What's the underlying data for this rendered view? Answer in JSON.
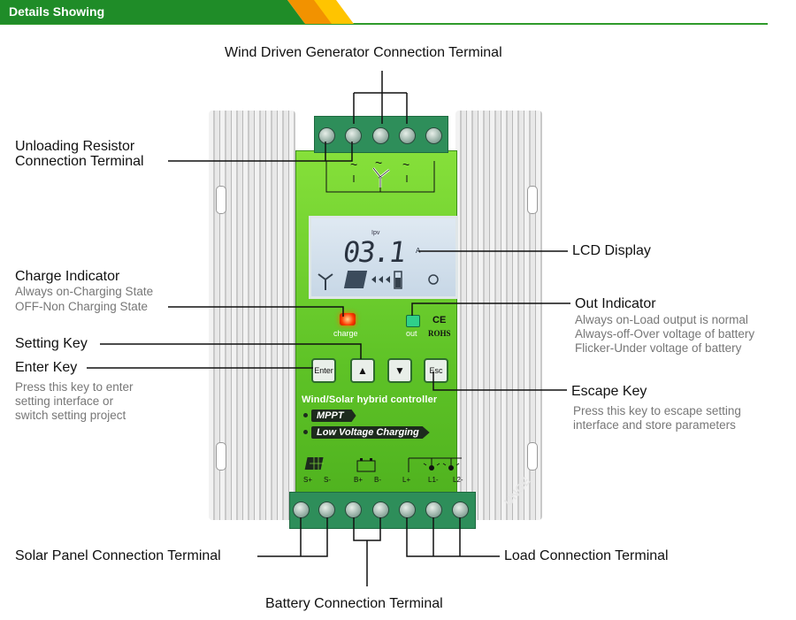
{
  "header": {
    "title": "Details Showing"
  },
  "labels": {
    "wind": "Wind Driven Generator Connection Terminal",
    "unloading_line1": "Unloading Resistor",
    "unloading_line2": "Connection Terminal",
    "lcd": "LCD Display",
    "charge_indicator": "Charge Indicator",
    "charge_sub1": "Always on-Charging State",
    "charge_sub2": "OFF-Non Charging State",
    "out_indicator": "Out Indicator",
    "out_sub1": "Always on-Load output is normal",
    "out_sub2": "Always-off-Over voltage of battery",
    "out_sub3": "Flicker-Under voltage of battery",
    "setting_key": "Setting Key",
    "enter_key": "Enter Key",
    "enter_sub1": "Press this key to enter",
    "enter_sub2": "setting interface or",
    "enter_sub3": "switch setting project",
    "escape_key": "Escape Key",
    "escape_sub1": "Press this key to escape setting",
    "escape_sub2": "interface and store parameters",
    "solar": "Solar Panel Connection Terminal",
    "load": "Load Connection Terminal",
    "battery": "Battery Connection Terminal"
  },
  "device": {
    "lcd_value": "03.1",
    "lcd_unit": "A",
    "lcd_ipv": "Ipv",
    "charge_label": "charge",
    "out_label": "out",
    "ce": "CE",
    "rohs": "ROHS",
    "key_enter": "Enter",
    "key_up": "▲",
    "key_down": "▼",
    "key_esc": "Esc",
    "controller_title": "Wind/Solar hybrid controller",
    "mppt": "MPPT",
    "low_voltage": "Low Voltage Charging",
    "term_s_plus": "S+",
    "term_s_minus": "S-",
    "term_b_plus": "B+",
    "term_b_minus": "B-",
    "term_l_plus": "L+",
    "term_l1": "L1-",
    "term_l2": "L2-",
    "tilde": "~",
    "watermark": "UNGE"
  },
  "colors": {
    "brand_green": "#1f8c28",
    "panel_green": "#6fd02f",
    "charge_led": "#ff3a00",
    "out_led": "#2fd08a"
  }
}
